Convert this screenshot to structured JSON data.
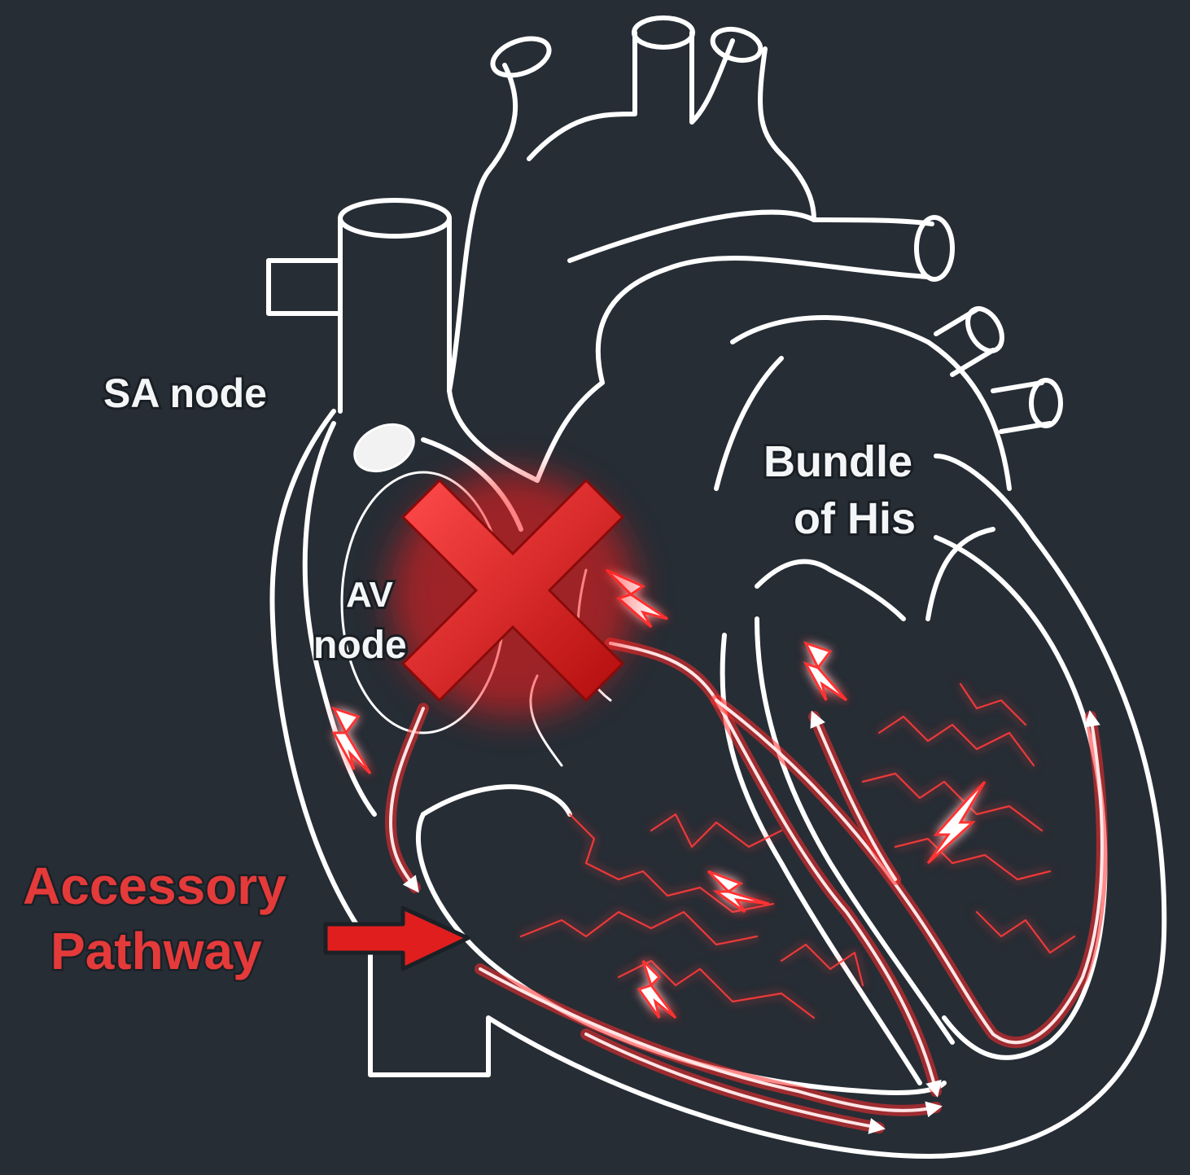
{
  "colors": {
    "background": "#262d35",
    "outline": "#ffffff",
    "signal": "#ff2b2b",
    "accessory_label": "#e53a3a",
    "block_x": "#e01e1e"
  },
  "labels": {
    "sa_node": "SA node",
    "av_node_line1": "AV",
    "av_node_line2": "node",
    "bundle_line1": "Bundle",
    "bundle_line2": "of His",
    "accessory_line1": "Accessory",
    "accessory_line2": "Pathway"
  },
  "icons": {
    "block": "x-block-icon",
    "pointer": "arrow-right-icon",
    "signal": "lightning-bolt-icon"
  }
}
